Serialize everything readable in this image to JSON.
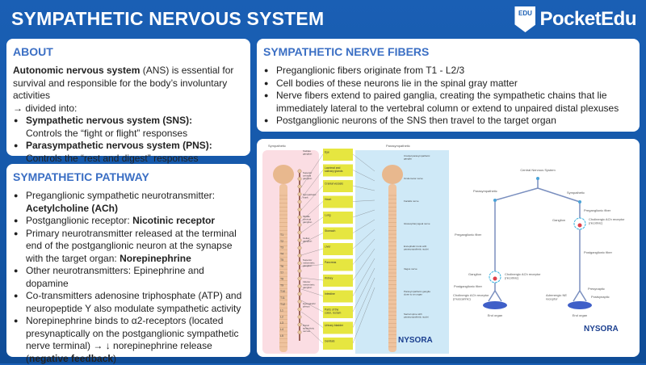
{
  "header": {
    "title": "SYMPATHETIC NERVOUS SYSTEM",
    "logo_badge": "EDU",
    "logo_text": "PocketEdu"
  },
  "about": {
    "heading": "ABOUT",
    "intro_bold": "Autonomic nervous system",
    "intro_rest": " (ANS) is essential for survival and responsible for the body’s involuntary activities",
    "divided": "→ divided into:",
    "items": [
      {
        "bold": "Sympathetic nervous system (SNS):",
        "text": "Controls the “fight or flight” responses"
      },
      {
        "bold": "Parasympathetic nervous system (PNS):",
        "text": "Controls the “rest and digest” responses"
      }
    ]
  },
  "fibers": {
    "heading": "SYMPATHETIC NERVE FIBERS",
    "items": [
      "Preganglionic fibers originate from T1 - L2/3",
      "Cell bodies of these neurons lie in the spinal gray matter",
      "Nerve fibers extend to paired ganglia, creating the sympathetic chains that lie immediately lateral to the vertebral column or extend to unpaired distal plexuses",
      "Postganglionic neurons of the SNS then travel to the target organ"
    ]
  },
  "pathway": {
    "heading": "SYMPATHETIC PATHWAY",
    "items": [
      {
        "a": "Preganglionic sympathetic neurotransmitter: ",
        "b": "Acetylcholine (ACh)",
        "c": ""
      },
      {
        "a": "Postganglionic receptor: ",
        "b": "Nicotinic receptor",
        "c": ""
      },
      {
        "a": "Primary neurotransmitter released at the terminal end of the postganglionic neuron at the synapse with the target organ: ",
        "b": "Norepinephrine",
        "c": ""
      },
      {
        "a": "Other neurotransmitters: Epinephrine and dopamine",
        "b": "",
        "c": ""
      },
      {
        "a": "Co-transmitters adenosine triphosphate (ATP) and neuropeptide Y also modulate sympathetic activity",
        "b": "",
        "c": ""
      },
      {
        "a": "Norepinephrine binds to α2-receptors (located presynaptically on the postganglionic sympathetic nerve terminal) → ↓ norepinephrine release (",
        "b": "negative feedback",
        "c": ")"
      }
    ]
  },
  "anatomy": {
    "left_title": "Sympathetic",
    "right_title": "Parasympathetic",
    "organs": [
      "Eye",
      "Lacrimal and salivary glands",
      "Cranial vessels",
      "Heart",
      "Lung",
      "Stomach",
      "Liver",
      "Pancreas",
      "Kidney",
      "Intestine",
      "Parts of the colon, rectum",
      "Urinary bladder",
      "Genitals"
    ],
    "vertebrae": [
      "T1",
      "T2",
      "T3",
      "T4",
      "T5",
      "T6",
      "T7",
      "T8",
      "T9",
      "T10",
      "T11",
      "T12",
      "L1",
      "L2",
      "L3",
      "L4",
      "L5"
    ],
    "labels": [
      "Stellate ganglion",
      "Superior cervical ganglion",
      "Sympathetic trunk",
      "Middle cervical ganglion",
      "Celiac ganglion",
      "Superior mesenteric ganglion",
      "Inferior mesenteric ganglion",
      "Hypogastric plexus",
      "Pelvic splanchnic nerves",
      "Cranial parasympathetic ganglia",
      "Oculomotor nerve",
      "Facialis nerve",
      "Glossopharyngeal nerve",
      "Encephalic trunk with parasympathetic nuclei",
      "Vagus nerve",
      "Parasympathetic ganglia close to an organ",
      "Sacral spine with parasympathetic nuclei"
    ],
    "watermark": "NYSORA"
  },
  "schematic": {
    "cns": "Central Nervous System",
    "para": "Parasympathetic",
    "symp": "Sympathetic",
    "pre_fiber_s": "Preganglionic fiber",
    "ganglion_s": "Ganglion",
    "nic_s": "Cholinergic ACh receptor (nicotinic)",
    "post_fiber_s": "Postganglionic fiber",
    "pre_fiber_p": "Preganglionic fiber",
    "ganglion_p": "Ganglion",
    "nic_p": "Cholinergic ACh receptor (nicotinic)",
    "post_fiber_p": "Postganglionic fiber",
    "musc": "Cholinergic ACh receptor (muscarinic)",
    "adr": "Adrenergic NE receptor",
    "presyn": "Presynaptic",
    "postsyn": "Postsynaptic",
    "end1": "End organ",
    "end2": "End organ",
    "brand": "NYSORA"
  },
  "colors": {
    "background": "#1a5fb4",
    "heading": "#3b6fc4",
    "organ_box": "#e6e640",
    "symp_bg": "#fbdde3",
    "para_bg": "#cfe9f7"
  }
}
